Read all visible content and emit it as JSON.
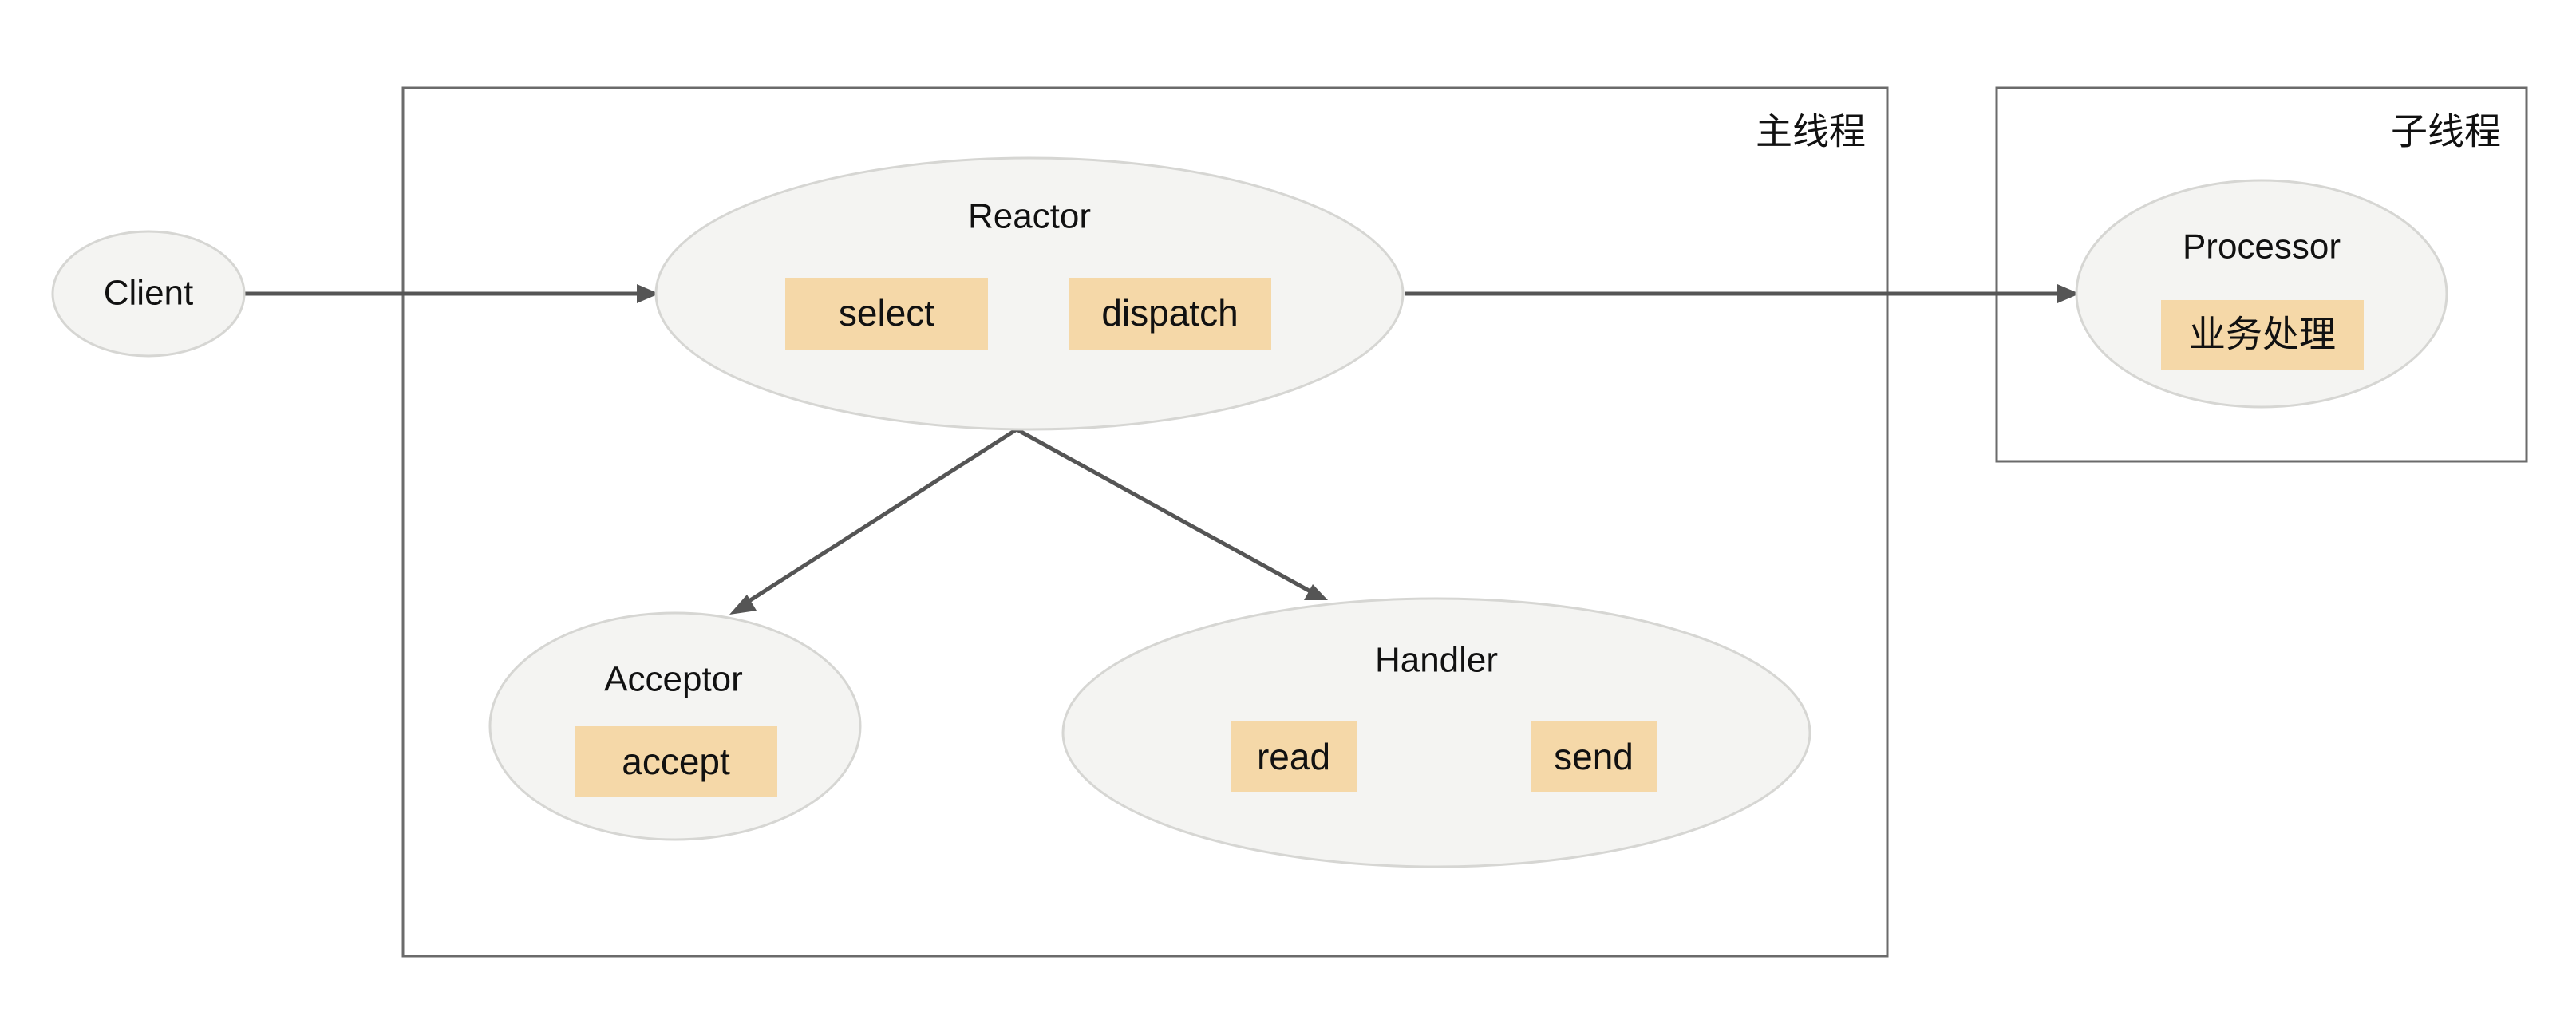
{
  "frames": {
    "main_thread": "主线程",
    "sub_thread": "子线程"
  },
  "nodes": {
    "client": {
      "label": "Client"
    },
    "reactor": {
      "label": "Reactor",
      "chips": [
        "select",
        "dispatch"
      ]
    },
    "acceptor": {
      "label": "Acceptor",
      "chips": [
        "accept"
      ]
    },
    "handler": {
      "label": "Handler",
      "chips": [
        "read",
        "send"
      ]
    },
    "processor": {
      "label": "Processor",
      "chips": [
        "业务处理"
      ]
    }
  },
  "edges": [
    {
      "from": "Client",
      "to": "Reactor"
    },
    {
      "from": "Reactor",
      "to": "Processor"
    },
    {
      "from": "Reactor",
      "to": "Acceptor"
    },
    {
      "from": "Reactor",
      "to": "Handler"
    }
  ],
  "colors": {
    "node_fill": "#f4f4f2",
    "node_stroke": "#d6d6d3",
    "chip_fill": "#f5d8a8",
    "frame_stroke": "#6b6b6b",
    "edge": "#555555"
  }
}
